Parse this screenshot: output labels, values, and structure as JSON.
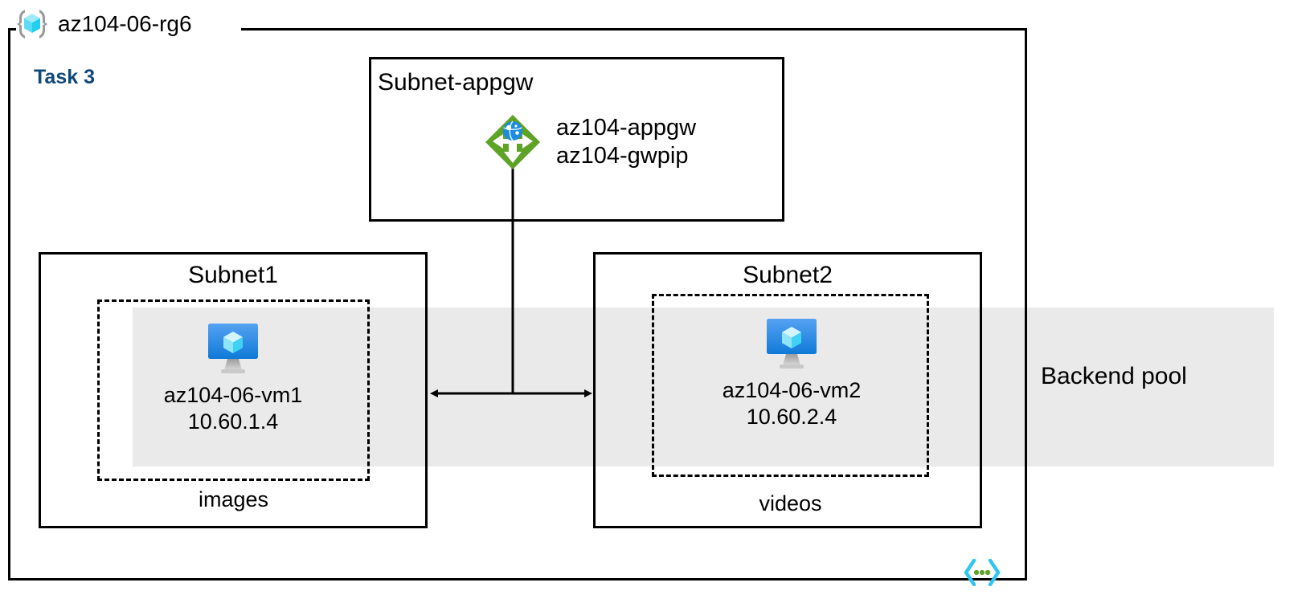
{
  "diagram": {
    "resource_group": {
      "name": "az104-06-rg6",
      "icon": "resource-group-icon"
    },
    "task_badge": {
      "label": "Task 3",
      "color": "#104878"
    },
    "backend_pool": {
      "label": "Backend pool",
      "band_color": "#eaeaea"
    },
    "gateway_subnet": {
      "title": "Subnet-appgw",
      "icon": "application-gateway-icon",
      "resources": {
        "gateway_name": "az104-appgw",
        "public_ip_name": "az104-gwpip"
      }
    },
    "subnets": [
      {
        "title": "Subnet1",
        "sublabel": "images",
        "vm": {
          "icon": "virtual-machine-icon",
          "name": "az104-06-vm1",
          "ip": "10.60.1.4"
        }
      },
      {
        "title": "Subnet2",
        "sublabel": "videos",
        "vm": {
          "icon": "virtual-machine-icon",
          "name": "az104-06-vm2",
          "ip": "10.60.2.4"
        }
      }
    ],
    "footer_icon": "code-brackets-icon",
    "colors": {
      "gateway_green": "#5ea226",
      "gateway_globe_blue": "#1b8ce0",
      "vm_blue_top": "#4f9ef0",
      "vm_blue_bottom": "#0f7ad8",
      "cube_light": "#c3f0fb",
      "cube_cyan": "#32d3f2",
      "bracket_gray": "#9a9a9a",
      "code_cyan": "#2fc6f0",
      "code_dot_green": "#5ea226",
      "line_black": "#000000"
    }
  }
}
